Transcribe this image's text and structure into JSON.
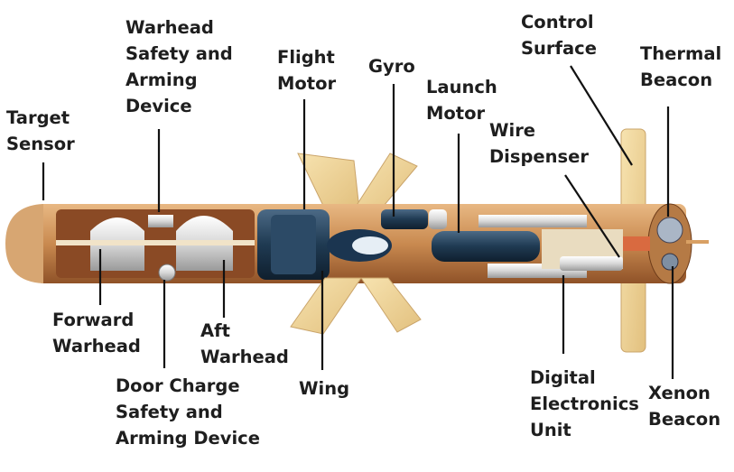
{
  "labels": {
    "target_sensor": [
      "Target",
      "Sensor"
    ],
    "warhead_safety": [
      "Warhead",
      "Safety and",
      "Arming",
      "Device"
    ],
    "flight_motor": [
      "Flight",
      "Motor"
    ],
    "gyro": [
      "Gyro"
    ],
    "launch_motor": [
      "Launch",
      "Motor"
    ],
    "control_surface": [
      "Control",
      "Surface"
    ],
    "thermal_beacon": [
      "Thermal",
      "Beacon"
    ],
    "wire_dispenser": [
      "Wire",
      "Dispenser"
    ],
    "forward_warhead": [
      "Forward",
      "Warhead"
    ],
    "aft_warhead": [
      "Aft",
      "Warhead"
    ],
    "door_charge": [
      "Door Charge",
      "Safety and",
      "Arming Device"
    ],
    "wing": [
      "Wing"
    ],
    "digital_electronics": [
      "Digital",
      "Electronics",
      "Unit"
    ],
    "xenon_beacon": [
      "Xenon",
      "Beacon"
    ]
  },
  "colors": {
    "body_tan": "#d9a064",
    "body_dark": "#8a4a25",
    "wing": "#f2d9a0",
    "motor_blue": "#1f3a52",
    "text": "#1e1e1e"
  }
}
